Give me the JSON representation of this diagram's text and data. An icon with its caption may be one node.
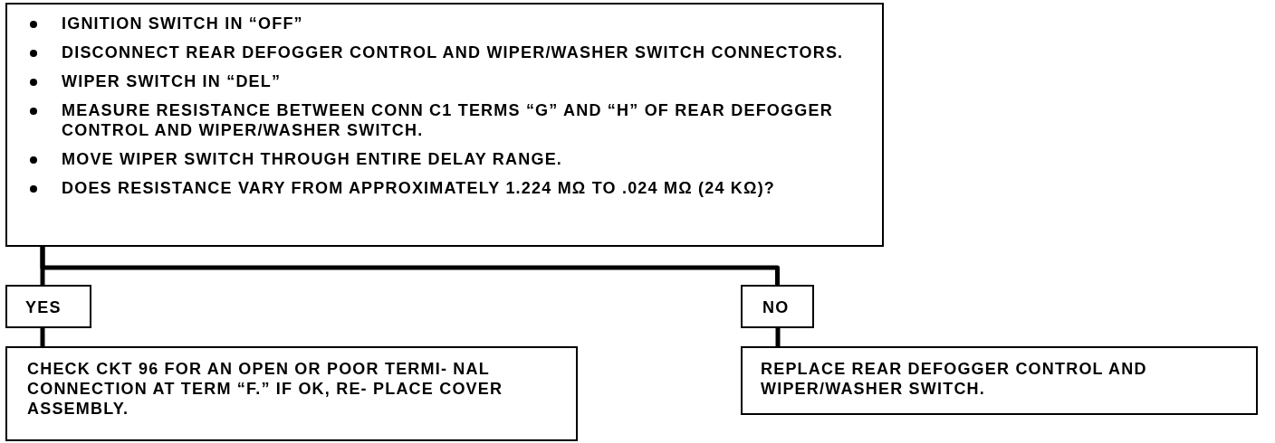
{
  "diagram": {
    "nodes": [
      {
        "text": [
          "IGNITION SWITCH IN “OFF”",
          "DISCONNECT REAR DEFOGGER CONTROL AND WIPER/WASHER SWITCH CONNECTORS.",
          "WIPER SWITCH IN “DEL”",
          "MEASURE RESISTANCE BETWEEN CONN C1 TERMS “G” AND “H” OF REAR DEFOGGER CONTROL AND WIPER/WASHER SWITCH.",
          "MOVE WIPER SWITCH THROUGH ENTIRE DELAY RANGE.",
          "DOES RESISTANCE VARY FROM APPROXIMATELY 1.224 MΩ TO .024 MΩ (24 KΩ)?"
        ]
      },
      {
        "text": [
          "YES"
        ]
      },
      {
        "text": [
          "NO"
        ]
      },
      {
        "text": [
          "CHECK CKT 96 FOR AN OPEN OR POOR TERMI- NAL CONNECTION AT TERM “F.” IF OK, RE- PLACE COVER ASSEMBLY."
        ]
      },
      {
        "text": [
          "REPLACE REAR DEFOGGER CONTROL AND WIPER/WASHER SWITCH."
        ]
      }
    ],
    "edges": [
      {
        "from": 0,
        "to": 1,
        "arrow": "none"
      },
      {
        "from": 0,
        "to": 2,
        "arrow": "none"
      },
      {
        "from": 1,
        "to": 3,
        "arrow": "none"
      },
      {
        "from": 2,
        "to": 4,
        "arrow": "none"
      }
    ]
  }
}
